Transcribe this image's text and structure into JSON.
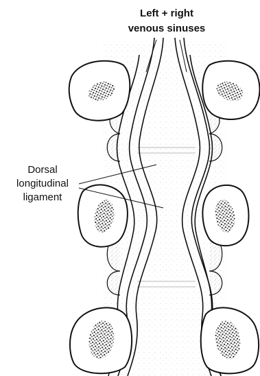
{
  "labels": {
    "top": [
      "Left + right",
      "venous sinuses"
    ],
    "left": [
      "Dorsal",
      "longitudinal",
      "ligament"
    ]
  },
  "colors": {
    "ink": "#111111",
    "stipple": "#9a9a9a",
    "bone_fill": "#ffffff",
    "marrow": "#2a2a2a"
  }
}
